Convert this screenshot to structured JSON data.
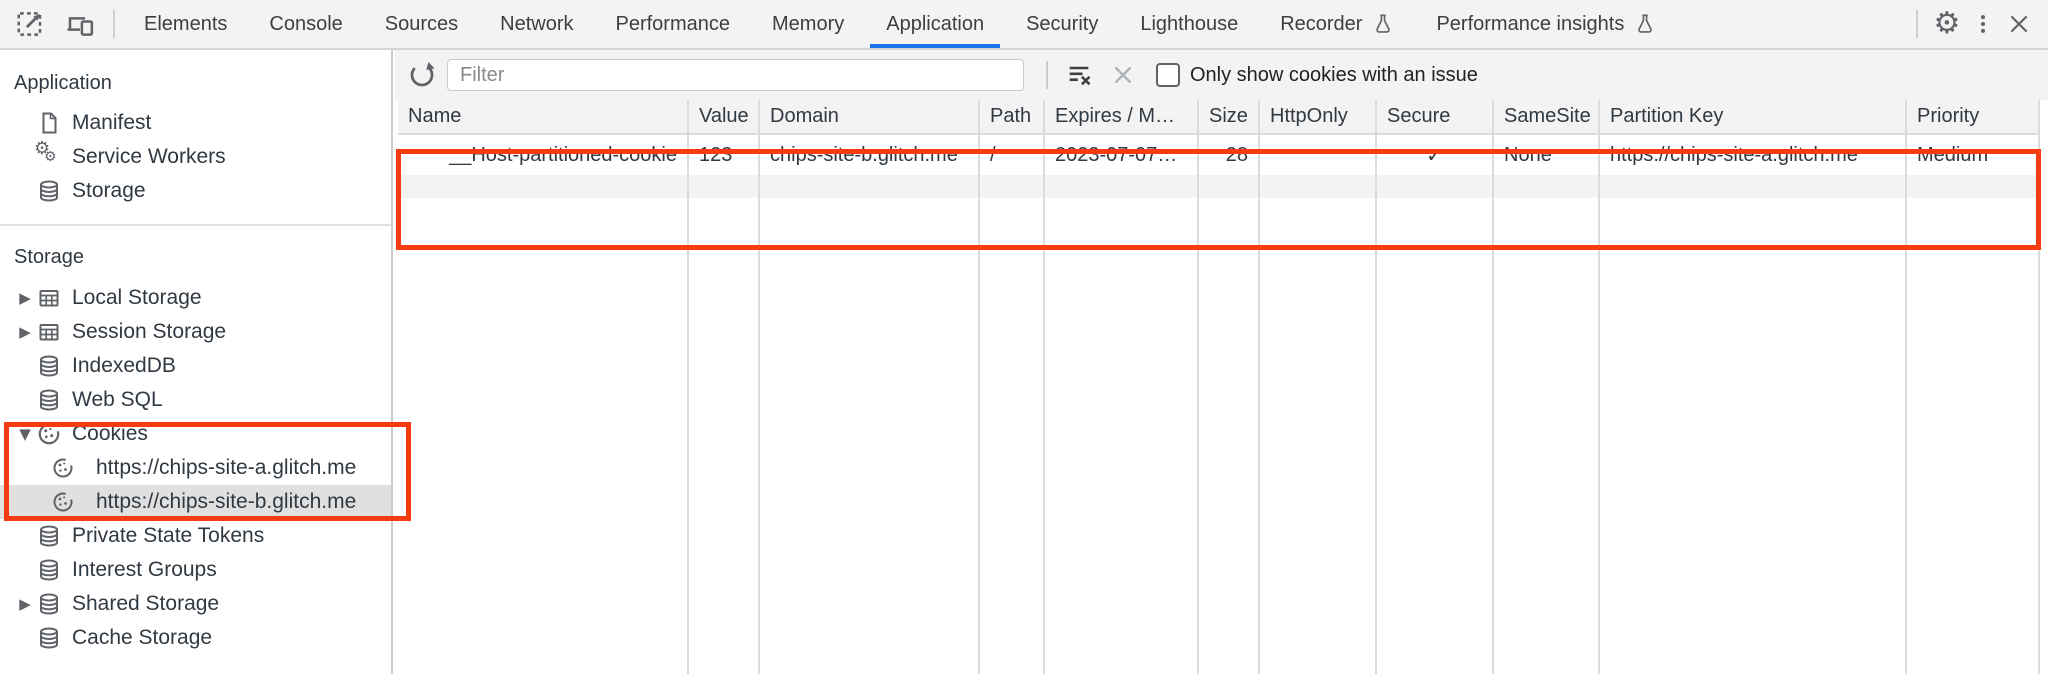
{
  "colors": {
    "highlight": "#f73b10",
    "tab_underline": "#1a73e8"
  },
  "tabbar": {
    "tabs": [
      "Elements",
      "Console",
      "Sources",
      "Network",
      "Performance",
      "Memory",
      "Application",
      "Security",
      "Lighthouse",
      "Recorder",
      "Performance insights"
    ],
    "active_tab": "Application"
  },
  "sidebar": {
    "sections": [
      {
        "title": "Application",
        "items": [
          {
            "label": "Manifest"
          },
          {
            "label": "Service Workers"
          },
          {
            "label": "Storage"
          }
        ]
      },
      {
        "title": "Storage",
        "items": [
          {
            "label": "Local Storage"
          },
          {
            "label": "Session Storage"
          },
          {
            "label": "IndexedDB"
          },
          {
            "label": "Web SQL"
          },
          {
            "label": "Cookies",
            "children": [
              {
                "label": "https://chips-site-a.glitch.me"
              },
              {
                "label": "https://chips-site-b.glitch.me",
                "selected": true
              }
            ]
          },
          {
            "label": "Private State Tokens"
          },
          {
            "label": "Interest Groups"
          },
          {
            "label": "Shared Storage"
          },
          {
            "label": "Cache Storage"
          }
        ]
      }
    ]
  },
  "toolbar": {
    "filter_placeholder": "Filter",
    "filter_value": "",
    "checkbox_label": "Only show cookies with an issue",
    "checkbox_checked": false
  },
  "table": {
    "columns": [
      "Name",
      "Value",
      "Domain",
      "Path",
      "Expires / M…",
      "Size",
      "HttpOnly",
      "Secure",
      "SameSite",
      "Partition Key",
      "Priority"
    ],
    "rows": [
      [
        "__Host-partitioned-cookie",
        "123",
        "chips-site-b.glitch.me",
        "/",
        "2023-07-07…",
        "28",
        "",
        "✓",
        "None",
        "https://chips-site-a.glitch.me",
        "Medium"
      ]
    ]
  }
}
